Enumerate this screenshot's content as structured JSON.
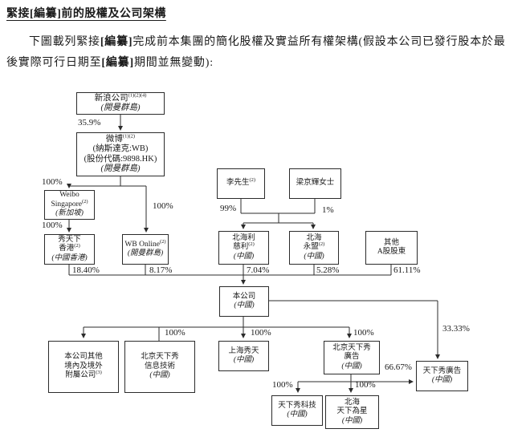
{
  "page": {
    "title": "緊接[編纂]前的股權及公司架構",
    "paragraph": {
      "part1": "下圖載列緊接",
      "bold1": "[編纂]",
      "part2": "完成前本集團的簡化股權及實益所有權架構(假設本公司已發行股本於最後實際可行日期至",
      "bold2": "[編纂]",
      "part3": "期間並無變動):"
    }
  },
  "diagram": {
    "nodes": {
      "sina": {
        "l1": "新浪公司",
        "sup1": "(1)(2)(4)",
        "l2": "(開曼群島)"
      },
      "weibo": {
        "l1": "微博",
        "sup1": "(1)(2)",
        "l2": "(納斯達克:WB)",
        "l3": "(股份代碼:9898.HK)",
        "l4": "(開曼群島)"
      },
      "weibo_singapore": {
        "l1": "Weibo",
        "l2": "Singapore",
        "sup2": "(2)",
        "l3": "(新加坡)"
      },
      "xiutianxia_hk": {
        "l1": "秀天下",
        "l2": "香港",
        "sup2": "(2)",
        "l3": "(中國香港)"
      },
      "wb_online": {
        "l1": "WB Online",
        "sup1": "(2)",
        "l2": "(開曼群島)"
      },
      "mr_li": {
        "l1": "李先生",
        "sup1": "(2)"
      },
      "ms_liang": {
        "l1": "梁京輝女士"
      },
      "beihai_licili": {
        "l1": "北海利",
        "l2": "慈利",
        "sup2": "(2)",
        "l3": "(中國)"
      },
      "beihai_yongmeng": {
        "l1": "北海",
        "l2": "永盟",
        "sup2": "(2)",
        "l3": "(中國)"
      },
      "other_a_shareholders": {
        "l1": "其他",
        "l2": "A股股東"
      },
      "company": {
        "l1": "本公司",
        "l2": "(中國)"
      },
      "other_subsidiaries": {
        "l1": "本公司其他",
        "l2": "境內及境外",
        "l3": "附屬公司",
        "sup3": "(3)"
      },
      "bj_txx_info": {
        "l1": "北京天下秀",
        "l2": "信息技術",
        "l3": "(中國)"
      },
      "sh_xiutian": {
        "l1": "上海秀天",
        "l2": "(中國)"
      },
      "bj_txx_ad": {
        "l1": "北京天下秀",
        "l2": "廣告",
        "l3": "(中國)"
      },
      "txx_ad": {
        "l1": "天下秀廣告",
        "l2": "(中國)"
      },
      "txx_tech": {
        "l1": "天下秀科技",
        "l2": "(中國)"
      },
      "beihai_txwx": {
        "l1": "北海",
        "l2": "天下為星",
        "l3": "(中國)"
      }
    },
    "labels": {
      "sina_to_weibo": "35.9%",
      "weibo_to_singapore": "100%",
      "weibo_to_wb_online": "100%",
      "singapore_to_hk": "100%",
      "li_share": "99%",
      "liang_share": "1%",
      "hk_stake": "18.40%",
      "wb_online_stake": "8.17%",
      "licili_stake": "7.04%",
      "yongmeng_stake": "5.28%",
      "other_a_stake": "61.11%",
      "company_to_info": "100%",
      "company_to_shanghai": "100%",
      "company_to_bj_ad": "100%",
      "company_to_txx_ad": "33.33%",
      "bj_ad_to_txx_ad": "66.67%",
      "bj_ad_to_tech": "100%",
      "bj_ad_to_txwx": "100%"
    }
  }
}
